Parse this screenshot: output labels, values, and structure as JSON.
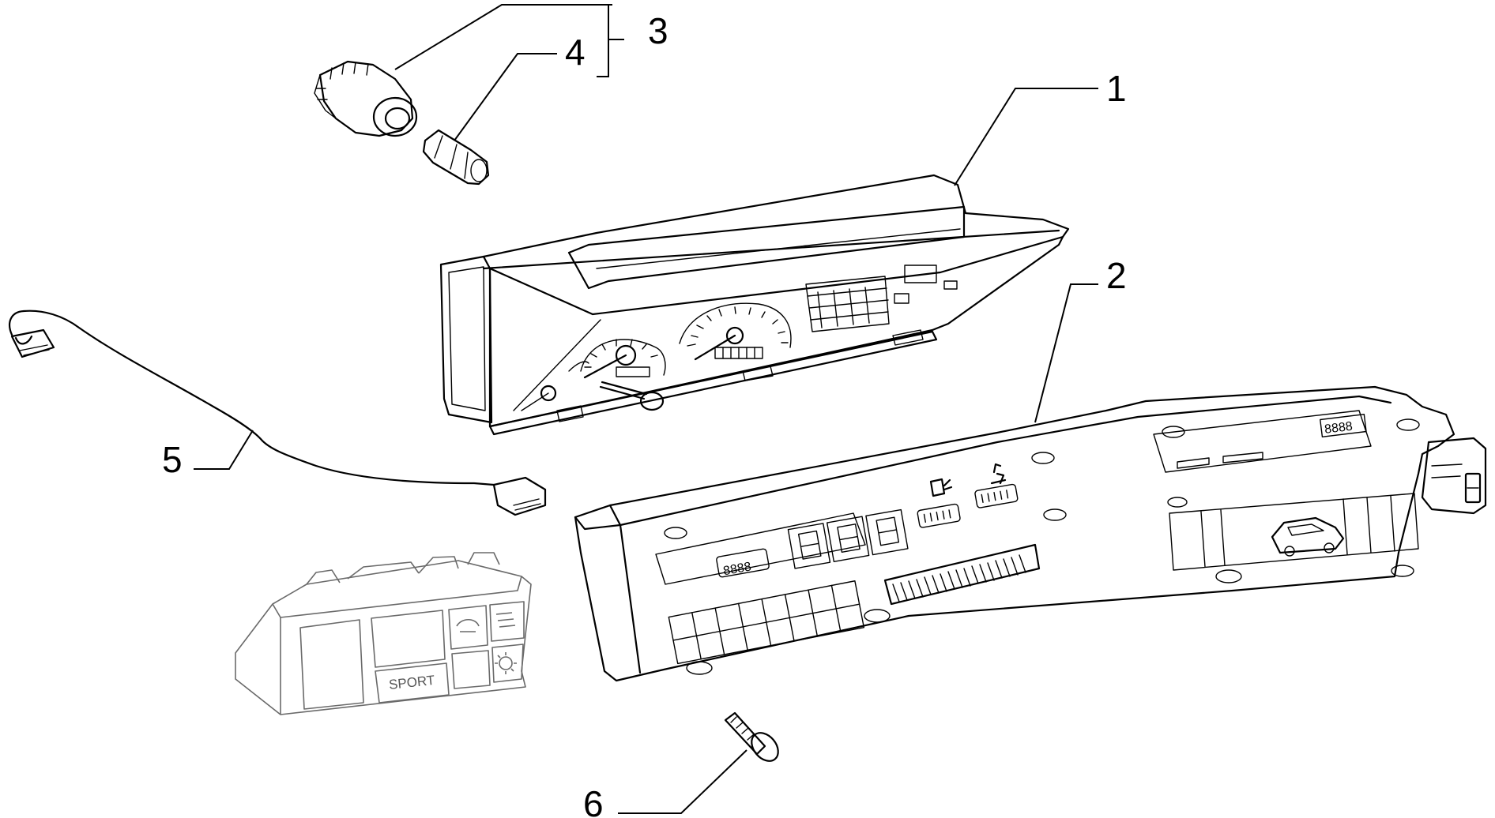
{
  "callouts": [
    {
      "id": "1",
      "label": "1"
    },
    {
      "id": "2",
      "label": "2"
    },
    {
      "id": "3",
      "label": "3"
    },
    {
      "id": "4",
      "label": "4"
    },
    {
      "id": "5",
      "label": "5"
    },
    {
      "id": "6",
      "label": "6"
    }
  ],
  "panel_labels": {
    "sport": "SPORT"
  },
  "colors": {
    "ink": "#000000",
    "ghost": "#6a6a6a",
    "background": "#ffffff"
  }
}
